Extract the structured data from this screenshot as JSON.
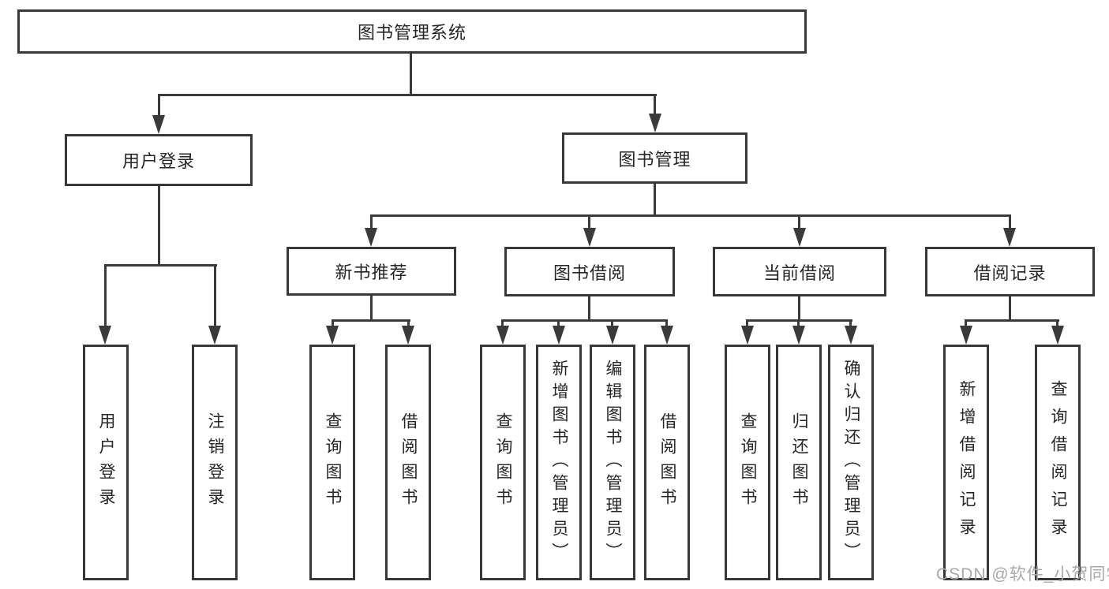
{
  "tree": {
    "label": "图书管理系统",
    "children": [
      {
        "label": "用户登录",
        "children": [
          {
            "label": "用户登录"
          },
          {
            "label": "注销登录"
          }
        ]
      },
      {
        "label": "图书管理",
        "children": [
          {
            "label": "新书推荐",
            "children": [
              {
                "label": "查询图书"
              },
              {
                "label": "借阅图书"
              }
            ]
          },
          {
            "label": "图书借阅",
            "children": [
              {
                "label": "查询图书"
              },
              {
                "label": "新增图书（管理员）"
              },
              {
                "label": "编辑图书（管理员）"
              },
              {
                "label": "借阅图书"
              }
            ]
          },
          {
            "label": "当前借阅",
            "children": [
              {
                "label": "查询图书"
              },
              {
                "label": "归还图书"
              },
              {
                "label": "确认归还（管理员）"
              }
            ]
          },
          {
            "label": "借阅记录",
            "children": [
              {
                "label": "新增借阅记录"
              },
              {
                "label": "查询借阅记录"
              }
            ]
          }
        ]
      }
    ]
  },
  "watermark": {
    "text": "CSDN @软件_小贺同学"
  },
  "colors": {
    "line": "#3a3a3a",
    "text": "#262626",
    "watermark": "#a9a9a9",
    "background": "#ffffff"
  }
}
